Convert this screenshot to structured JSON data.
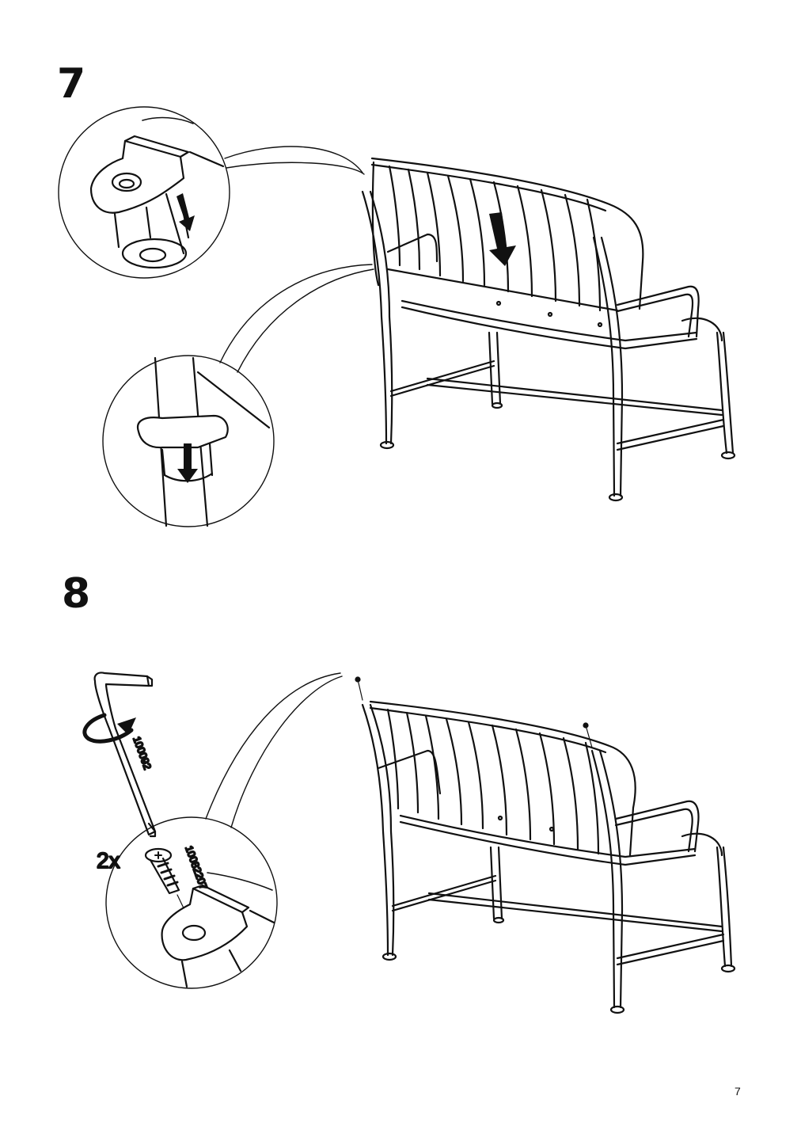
{
  "steps": [
    {
      "number": "7"
    },
    {
      "number": "8",
      "quantity_label": "2x",
      "tool_part_number": "100092",
      "screw_part_number": "10082207"
    }
  ],
  "page_number": "7",
  "icons": [
    "downward-arrow-icon",
    "rotation-arrow-icon",
    "allen-key-icon",
    "screw-icon",
    "bench-illustration"
  ]
}
